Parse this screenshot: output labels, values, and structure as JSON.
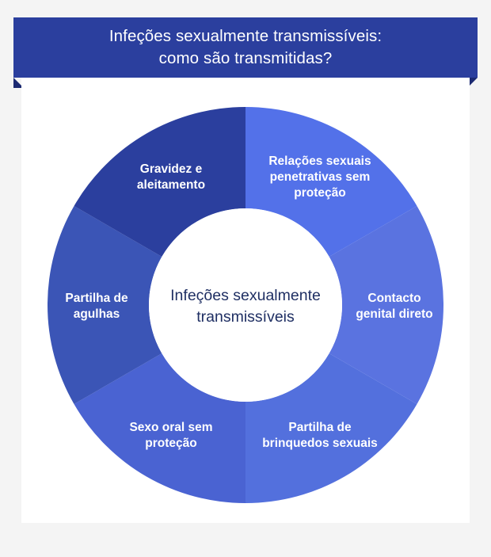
{
  "header": {
    "title": "Infeções sexualmente transmissíveis:\ncomo são transmitidas?",
    "background_color": "#2b3f9e",
    "fold_color": "#1c2a72",
    "text_color": "#ffffff"
  },
  "page": {
    "background_color": "#f4f4f4",
    "card_color": "#ffffff"
  },
  "center": {
    "line1": "Infeções sexualmente",
    "line2": "transmissíveis",
    "text_color": "#1f2f63",
    "fill_color": "#ffffff"
  },
  "chart_data": {
    "type": "pie",
    "title": "Infeções sexualmente transmissíveis: como são transmitidas?",
    "variant": "donut",
    "legend": "none",
    "center_text": "Infeções sexualmente transmissíveis",
    "slice_count": 6,
    "equal_slices": true,
    "start_angle_deg": 0,
    "categories": [
      "Relações sexuais penetrativas sem proteção",
      "Contacto genital direto",
      "Partilha de brinquedos sexuais",
      "Sexo oral sem proteção",
      "Partilha de agulhas",
      "Gravidez e aleitamento"
    ],
    "values": [
      16.67,
      16.67,
      16.67,
      16.67,
      16.67,
      16.67
    ],
    "colors": [
      "#5371e9",
      "#5a73e0",
      "#5370dd",
      "#4a63d2",
      "#3b55b6",
      "#2b3f9e"
    ]
  },
  "segments": [
    {
      "id": "relacoes-sexuais",
      "lines": [
        "Relações sexuais",
        "penetrativas sem",
        "proteção"
      ],
      "color": "#5371e9",
      "angle_start": 0,
      "angle_end": 60
    },
    {
      "id": "contacto-genital",
      "lines": [
        "Contacto",
        "genital direto"
      ],
      "color": "#5a73e0",
      "angle_start": 60,
      "angle_end": 120
    },
    {
      "id": "brinquedos-sexuais",
      "lines": [
        "Partilha de",
        "brinquedos sexuais"
      ],
      "color": "#5370dd",
      "angle_start": 120,
      "angle_end": 180
    },
    {
      "id": "sexo-oral",
      "lines": [
        "Sexo oral sem",
        "proteção"
      ],
      "color": "#4a63d2",
      "angle_start": 180,
      "angle_end": 240
    },
    {
      "id": "partilha-agulhas",
      "lines": [
        "Partilha de",
        "agulhas"
      ],
      "color": "#3b55b6",
      "angle_start": 240,
      "angle_end": 300
    },
    {
      "id": "gravidez-aleitamento",
      "lines": [
        "Gravidez e",
        "aleitamento"
      ],
      "color": "#2b3f9e",
      "angle_start": 300,
      "angle_end": 360
    }
  ]
}
